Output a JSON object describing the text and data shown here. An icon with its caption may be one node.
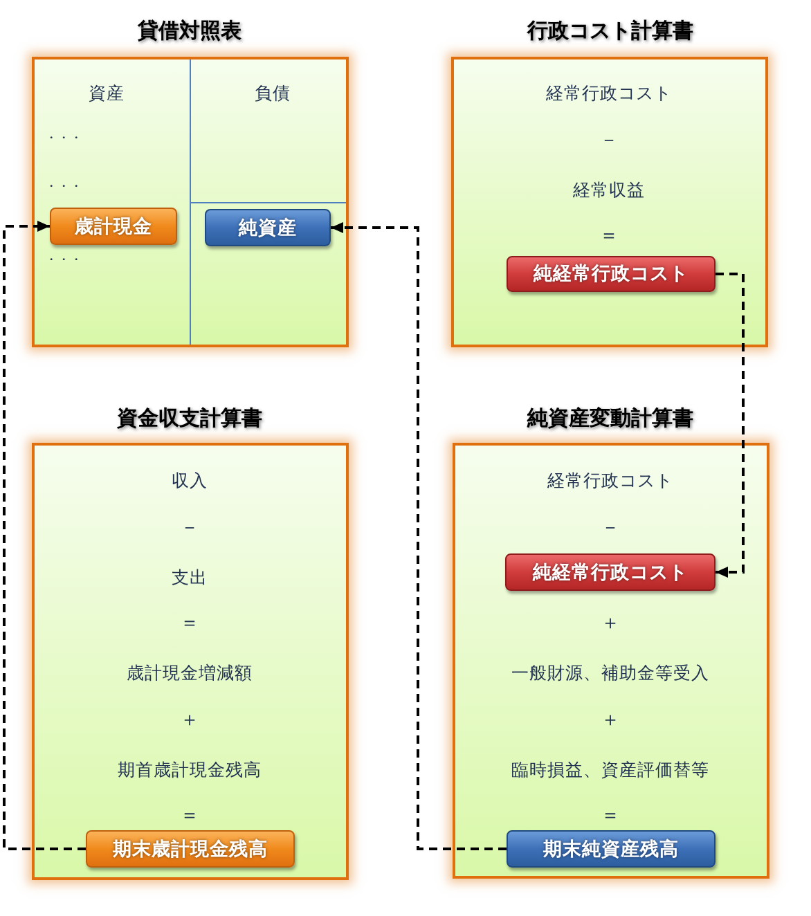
{
  "diagram": {
    "nodes": [
      {
        "text": [
          "貸借対照表",
          "資産",
          "負債",
          "・・・",
          "・・・",
          "・・・"
        ]
      },
      {
        "text": [
          "歳計現金"
        ],
        "in": 0
      },
      {
        "text": [
          "純資産"
        ],
        "in": 0
      },
      {
        "text": [
          "行政コスト計算書",
          "経常行政コスト",
          "－",
          "経常収益",
          "＝"
        ]
      },
      {
        "text": [
          "純経常行政コスト"
        ],
        "in": 3
      },
      {
        "text": [
          "資金収支計算書",
          "収入",
          "－",
          "支出",
          "＝",
          "歳計現金増減額",
          "＋",
          "期首歳計現金残高",
          "＝"
        ]
      },
      {
        "text": [
          "期末歳計現金残高"
        ],
        "in": 5
      },
      {
        "text": [
          "純資産変動計算書",
          "経常行政コスト",
          "－",
          "＋",
          "一般財源、補助金等受入",
          "＋",
          "臨時損益、資産評価替等",
          "＝"
        ]
      },
      {
        "text": [
          "純経常行政コスト"
        ],
        "in": 7
      },
      {
        "text": [
          "期末純資産残高"
        ],
        "in": 7
      }
    ],
    "edges": [
      {
        "from": 6,
        "to": 1,
        "arrow": "to",
        "style": "dashed"
      },
      {
        "from": 9,
        "to": 2,
        "arrow": "to",
        "style": "dashed"
      },
      {
        "from": 4,
        "to": 8,
        "arrow": "to",
        "style": "dashed"
      }
    ]
  }
}
